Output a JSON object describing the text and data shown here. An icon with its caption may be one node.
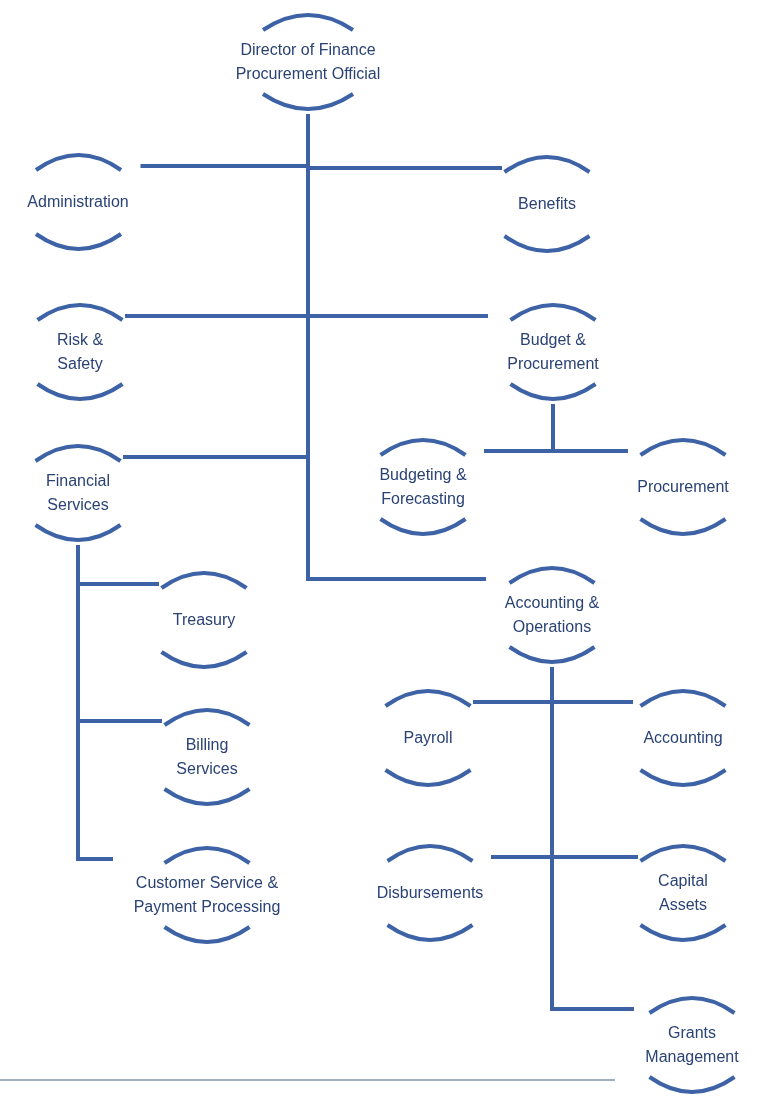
{
  "diagram": {
    "nodes": [
      {
        "text": [
          "Director of Finance Procurement Official"
        ]
      },
      {
        "text": [
          "Administration"
        ]
      },
      {
        "text": [
          "Benefits"
        ]
      },
      {
        "text": [
          "Risk & Safety"
        ]
      },
      {
        "text": [
          "Budget & Procurement"
        ]
      },
      {
        "text": [
          "Budgeting & Forecasting"
        ]
      },
      {
        "text": [
          "Procurement"
        ]
      },
      {
        "text": [
          "Financial Services"
        ]
      },
      {
        "text": [
          "Treasury"
        ]
      },
      {
        "text": [
          "Billing Services"
        ]
      },
      {
        "text": [
          "Customer Service & Payment Processing"
        ]
      },
      {
        "text": [
          "Accounting & Operations"
        ]
      },
      {
        "text": [
          "Payroll"
        ]
      },
      {
        "text": [
          "Accounting"
        ]
      },
      {
        "text": [
          "Disbursements"
        ]
      },
      {
        "text": [
          "Capital Assets"
        ]
      },
      {
        "text": [
          "Grants Management"
        ]
      }
    ],
    "edges": [
      {
        "from": 0,
        "to": 1,
        "arrow": "none"
      },
      {
        "from": 0,
        "to": 2,
        "arrow": "none"
      },
      {
        "from": 0,
        "to": 3,
        "arrow": "none"
      },
      {
        "from": 0,
        "to": 4,
        "arrow": "none"
      },
      {
        "from": 0,
        "to": 7,
        "arrow": "none"
      },
      {
        "from": 0,
        "to": 11,
        "arrow": "none"
      },
      {
        "from": 4,
        "to": 5,
        "arrow": "none"
      },
      {
        "from": 4,
        "to": 6,
        "arrow": "none"
      },
      {
        "from": 7,
        "to": 8,
        "arrow": "none"
      },
      {
        "from": 7,
        "to": 9,
        "arrow": "none"
      },
      {
        "from": 7,
        "to": 10,
        "arrow": "none"
      },
      {
        "from": 11,
        "to": 12,
        "arrow": "none"
      },
      {
        "from": 11,
        "to": 13,
        "arrow": "none"
      },
      {
        "from": 11,
        "to": 14,
        "arrow": "none"
      },
      {
        "from": 11,
        "to": 15,
        "arrow": "none"
      },
      {
        "from": 11,
        "to": 16,
        "arrow": "none"
      }
    ]
  }
}
